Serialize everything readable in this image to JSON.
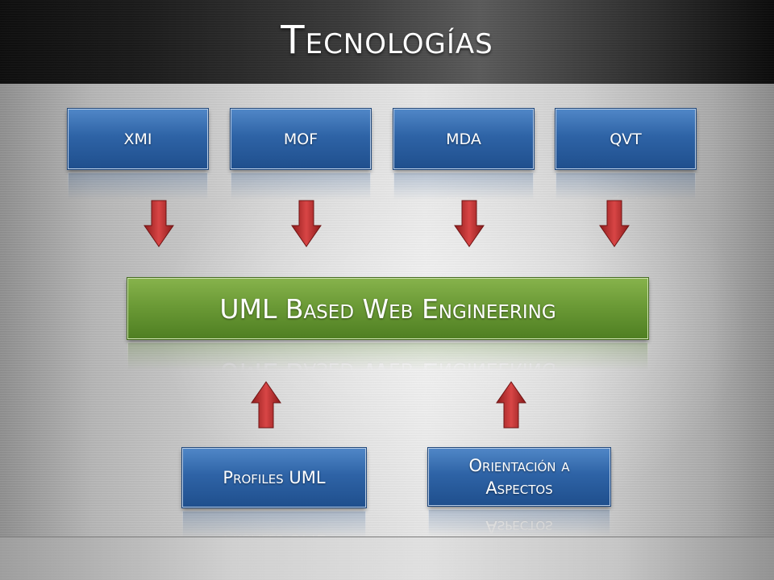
{
  "slide": {
    "title": "Tecnologías"
  },
  "diagram": {
    "top_boxes": [
      {
        "label": "XMI"
      },
      {
        "label": "MOF"
      },
      {
        "label": "MDA"
      },
      {
        "label": "QVT"
      }
    ],
    "center_box": {
      "label": "UML Based Web Engineering"
    },
    "bottom_boxes": [
      {
        "label": "Profiles UML"
      },
      {
        "label": "Orientación a Aspectos"
      }
    ]
  },
  "colors": {
    "blue_box": "#2e63a6",
    "green_box": "#6b9a36",
    "arrow": "#b22a2a"
  }
}
